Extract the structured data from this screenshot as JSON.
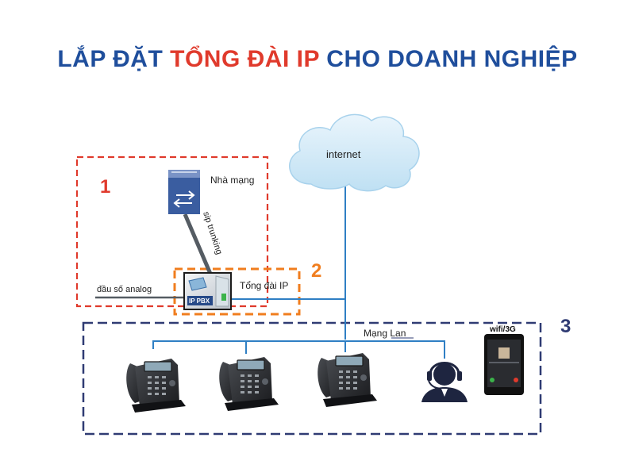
{
  "title": {
    "part1": "LẮP ĐẶT ",
    "part2": "TỔNG ĐÀI IP",
    "part3": " CHO DOANH NGHIỆP"
  },
  "labels": {
    "internet": "internet",
    "provider": "Nhà mạng",
    "sip_trunking": "sip trunking",
    "pbx": "Tổng đài IP",
    "pbx_device": "IP PBX",
    "analog": "đầu số analog",
    "lan": "Mạng Lan",
    "wifi": "wifi/3G"
  },
  "zones": [
    "1",
    "2",
    "3"
  ],
  "colors": {
    "title_blue": "#1f4e9c",
    "title_red": "#e03a2c",
    "zone1": "#e03a2c",
    "zone2": "#f07d1e",
    "zone3": "#2f3b73",
    "link": "#2f7fc4"
  },
  "icons": [
    "server-icon",
    "ip-pbx-icon",
    "cloud-icon",
    "desk-phone-icon",
    "headset-agent-icon",
    "smartphone-icon"
  ]
}
